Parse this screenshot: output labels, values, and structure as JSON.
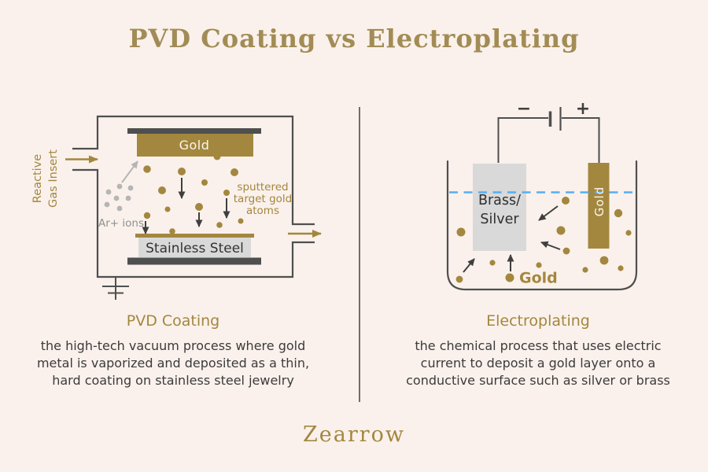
{
  "title": "PVD Coating vs Electroplating",
  "brand": "Zearrow",
  "colors": {
    "background": "#faf1ec",
    "title_gold": "#a28c55",
    "gold": "#a3873e",
    "dark": "#4f4f4f",
    "text_dark": "#3b3b3b",
    "gray_fill": "#d9d9d9",
    "gray_dot": "#b5b5b5",
    "water_blue": "#57aef2",
    "label_gray": "#909090",
    "white_text": "#fbf6ee"
  },
  "pvd": {
    "heading": "PVD Coating",
    "description": [
      "the high-tech vacuum process where gold",
      "metal is vaporized and deposited as a thin,",
      "hard coating on stainless steel jewelry"
    ],
    "gas_label": [
      "Reactive",
      "Gas Insert"
    ],
    "target_label": "Gold",
    "substrate_label": "Stainless Steel",
    "ions_label": "Ar+ ions",
    "sputtered_label": [
      "sputtered",
      "target gold",
      "atoms"
    ],
    "gold_atoms": [
      [
        187,
        215,
        4.8
      ],
      [
        231,
        218,
        5
      ],
      [
        298,
        219,
        5
      ],
      [
        260,
        232,
        4
      ],
      [
        206,
        242,
        5
      ],
      [
        288,
        245,
        4
      ],
      [
        253,
        263,
        5
      ],
      [
        213,
        266,
        3.5
      ],
      [
        187,
        274,
        4.2
      ],
      [
        306,
        281,
        3.5
      ],
      [
        279,
        286,
        3.8
      ],
      [
        219,
        294,
        3.8
      ]
    ],
    "argon_ions": [
      [
        138,
        244
      ],
      [
        152,
        237
      ],
      [
        166,
        239
      ],
      [
        148,
        252
      ],
      [
        163,
        252
      ],
      [
        136,
        260
      ],
      [
        152,
        265
      ]
    ],
    "deposit_arrows": [
      [
        231,
        226,
        231,
        252
      ],
      [
        288,
        252,
        288,
        277
      ],
      [
        253,
        270,
        253,
        288
      ],
      [
        185,
        281,
        185,
        297
      ]
    ]
  },
  "electro": {
    "heading": "Electroplating",
    "description": [
      "the chemical process that uses electric",
      "current to deposit a gold layer onto a",
      "conductive surface such as silver or brass"
    ],
    "battery_minus": "−",
    "battery_plus": "+",
    "cathode_label": [
      "Brass/",
      "Silver"
    ],
    "anode_label": "Gold",
    "legend_label": "Gold",
    "gold_ions": [
      [
        719,
        255,
        5
      ],
      [
        786,
        271,
        5.2
      ],
      [
        586,
        295,
        5.5
      ],
      [
        713,
        293,
        5.5
      ],
      [
        799,
        296,
        3.6
      ],
      [
        720,
        319,
        4.4
      ],
      [
        626,
        334,
        3.6
      ],
      [
        685,
        337,
        3.6
      ],
      [
        768,
        331,
        5.4
      ],
      [
        744,
        343,
        3.6
      ],
      [
        789,
        341,
        3.6
      ],
      [
        584,
        355,
        4.4
      ]
    ],
    "ion_arrows": [
      [
        709,
        262,
        685,
        280
      ],
      [
        712,
        317,
        688,
        308
      ],
      [
        589,
        346,
        603,
        329
      ],
      [
        649,
        345,
        649,
        324
      ]
    ]
  }
}
